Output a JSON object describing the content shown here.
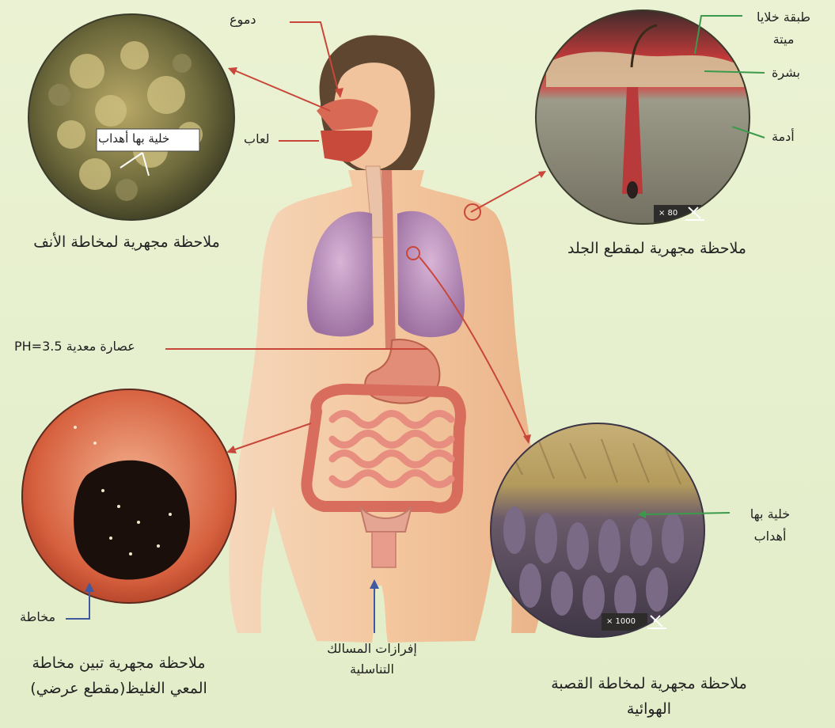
{
  "labels": {
    "tears": "دموع",
    "saliva": "لعاب",
    "gastric": "عصارة معدية PH=3.5",
    "genital_line1": "إفرازات المسالك",
    "genital_line2": "التناسلية",
    "mucus": "مخاطة",
    "cilia_nose": "خلية بها أهداب",
    "dead_cells_line1": "طبقة خلايا",
    "dead_cells_line2": "ميتة",
    "epidermis": "بشرة",
    "dermis": "أدمة",
    "cilia_trachea_line1": "خلية بها",
    "cilia_trachea_line2": "أهداب"
  },
  "captions": {
    "nose": "ملاحظة مجهرية لمخاطة الأنف",
    "skin": "ملاحظة مجهرية لمقطع الجلد",
    "colon_line1": "ملاحظة مجهرية تبين مخاطة",
    "colon_line2": "المعي الغليظ(مقطع عرضي)",
    "trachea_line1": "ملاحظة مجهرية لمخاطة القصبة",
    "trachea_line2": "الهوائية"
  },
  "magnifications": {
    "skin": "× 80",
    "trachea": "× 1000"
  },
  "colors": {
    "leader_line": "#c8463a",
    "blue_line": "#3f5aa0",
    "green_line": "#3c9a4c",
    "skin_tone": "#f1c29a",
    "hair": "#5e4630"
  }
}
